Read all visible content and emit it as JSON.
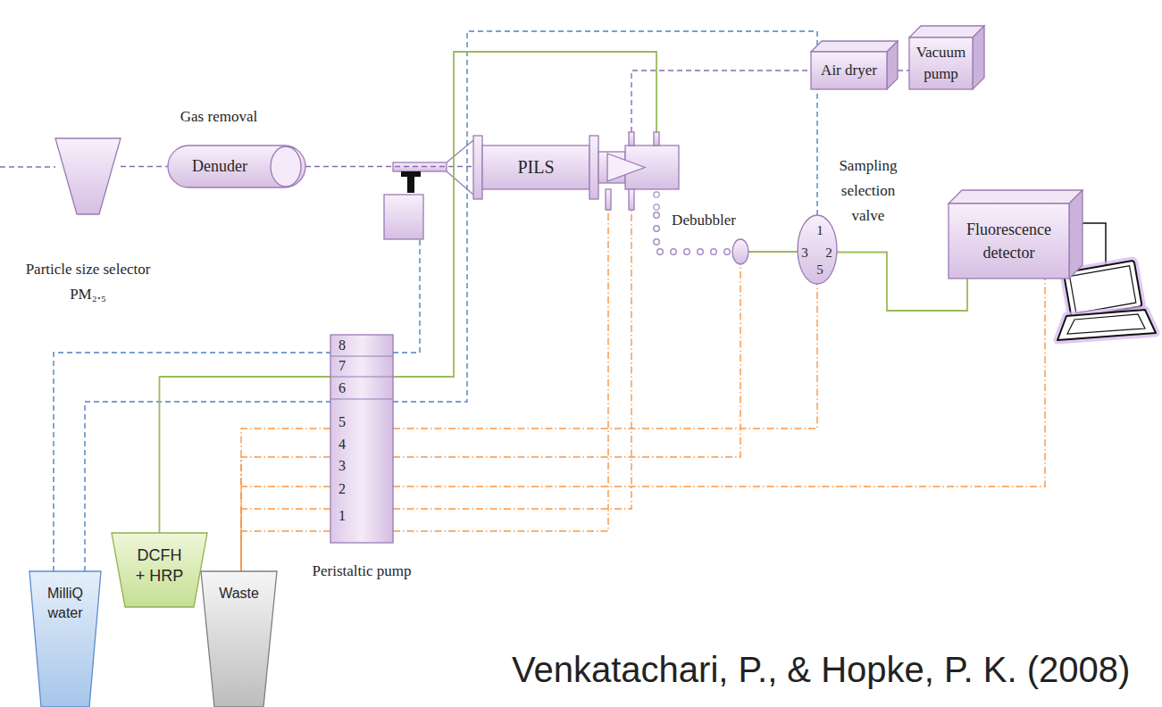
{
  "diagram": {
    "nodes": [
      {
        "text": [
          "Particle size selector PM₂.₅"
        ]
      },
      {
        "text": [
          "Gas removal",
          "Denuder"
        ]
      },
      {
        "text": [
          "PILS"
        ]
      },
      {
        "text": [
          "Air dryer"
        ]
      },
      {
        "text": [
          "Vacuum pump"
        ]
      },
      {
        "text": [
          "Debubbler"
        ]
      },
      {
        "text": [
          "Sampling selection valve",
          "1",
          "3",
          "2",
          "5"
        ]
      },
      {
        "text": [
          "Fluorescence detector"
        ]
      },
      {
        "text": [
          "8",
          "7",
          "6",
          "5",
          "4",
          "3",
          "2",
          "1",
          "Peristaltic pump"
        ]
      },
      {
        "text": [
          "DCFH + HRP"
        ]
      },
      {
        "text": [
          "MilliQ water"
        ]
      },
      {
        "text": [
          "Waste"
        ]
      }
    ],
    "edges": [
      {
        "from": 0,
        "to": 1,
        "arrow": "none"
      },
      {
        "from": 1,
        "to": 2,
        "arrow": "none"
      },
      {
        "from": 2,
        "to": 3,
        "arrow": "none"
      },
      {
        "from": 3,
        "to": 4,
        "arrow": "none"
      },
      {
        "from": 2,
        "to": 5,
        "arrow": "none"
      },
      {
        "from": 5,
        "to": 6,
        "arrow": "none"
      },
      {
        "from": 6,
        "to": 7,
        "arrow": "none"
      },
      {
        "from": 10,
        "to": 8,
        "arrow": "none"
      },
      {
        "from": 10,
        "to": 8,
        "arrow": "none"
      },
      {
        "from": 8,
        "to": 6,
        "arrow": "none"
      },
      {
        "from": 9,
        "to": 8,
        "arrow": "none"
      },
      {
        "from": 8,
        "to": 2,
        "arrow": "none"
      },
      {
        "from": 8,
        "to": 6,
        "arrow": "none"
      },
      {
        "from": 8,
        "to": 5,
        "arrow": "none"
      },
      {
        "from": 8,
        "to": 7,
        "arrow": "none"
      },
      {
        "from": 8,
        "to": 2,
        "arrow": "none"
      },
      {
        "from": 8,
        "to": 2,
        "arrow": "none"
      },
      {
        "from": 8,
        "to": 11,
        "arrow": "none"
      },
      {
        "from": 8,
        "to": 11,
        "arrow": "none"
      },
      {
        "from": 8,
        "to": 11,
        "arrow": "none"
      },
      {
        "from": 8,
        "to": 11,
        "arrow": "none"
      },
      {
        "from": 8,
        "to": 11,
        "arrow": "none"
      }
    ],
    "labels": [
      "Venkatachari, P., & Hopke, P. K. (2008)"
    ]
  }
}
